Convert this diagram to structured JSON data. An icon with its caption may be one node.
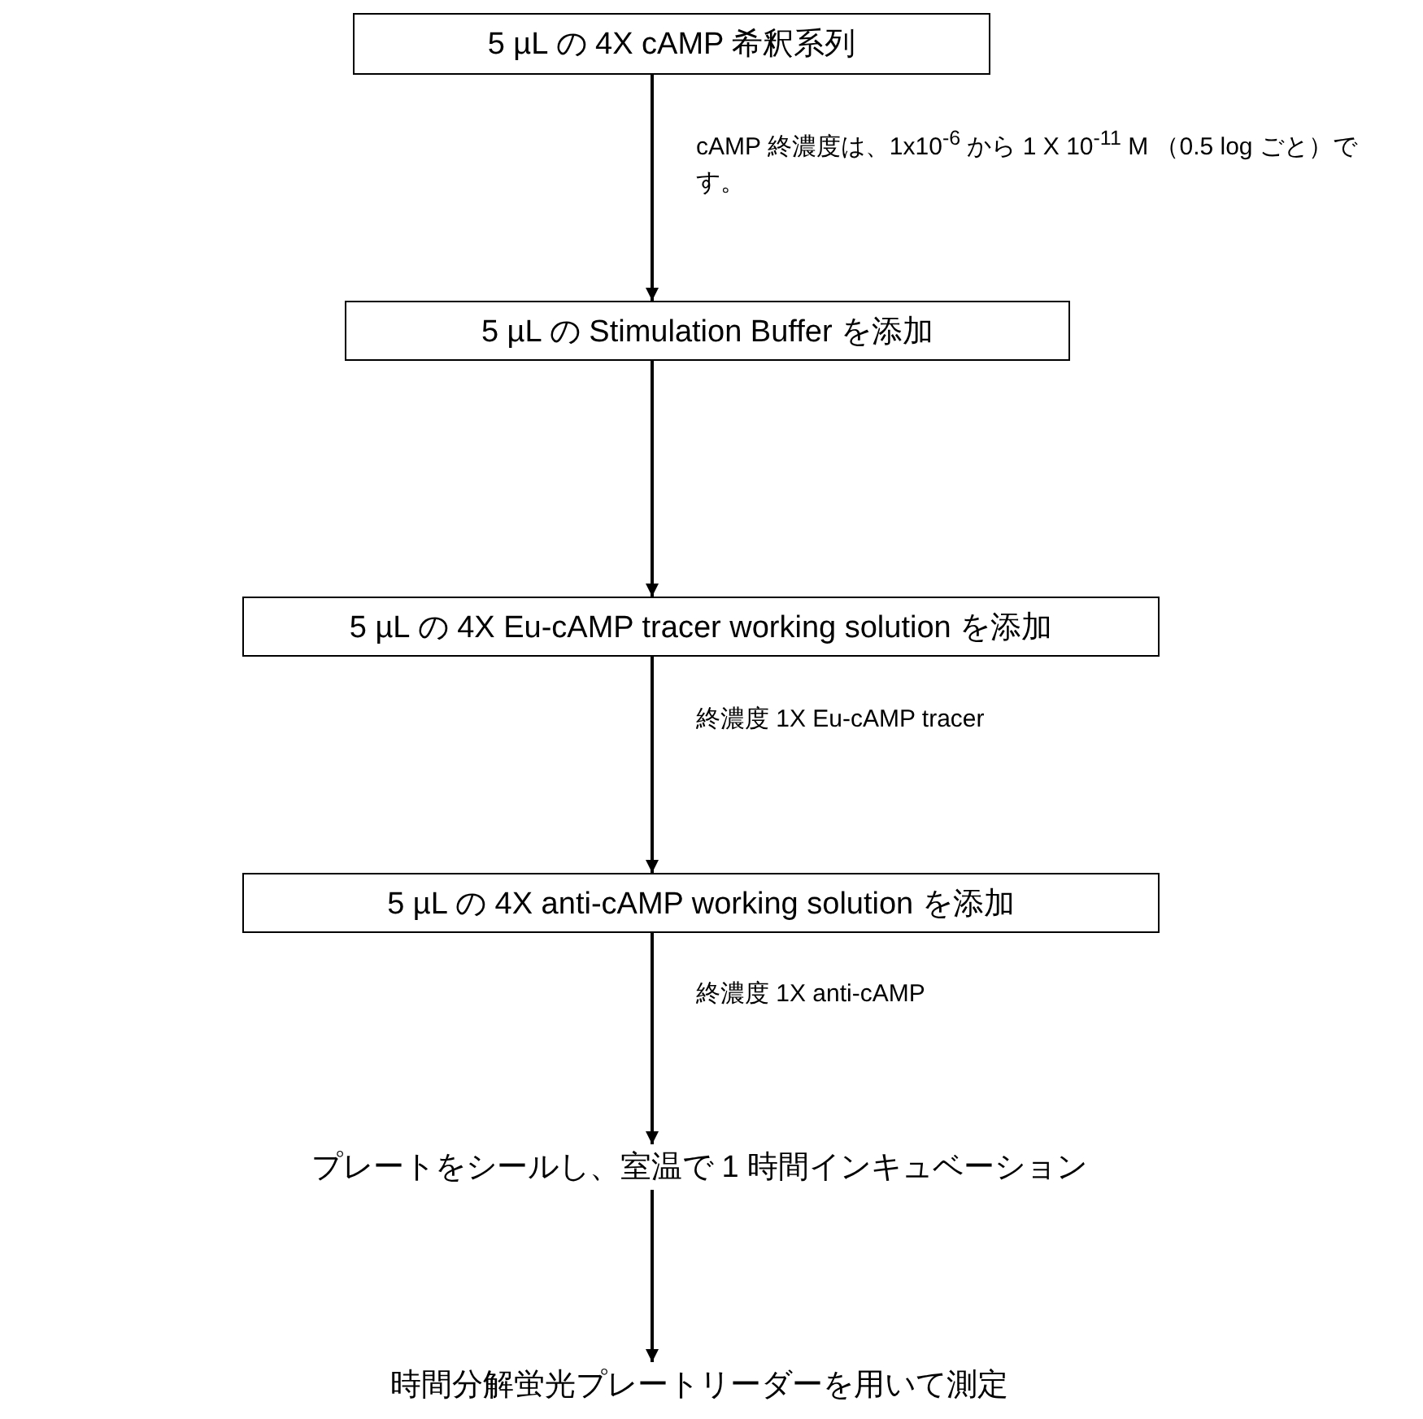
{
  "diagram": {
    "nodes": [
      {
        "text": [
          "5 µL の 4X cAMP 希釈系列"
        ]
      },
      {
        "text": [
          "5 µL の Stimulation Buffer を添加"
        ]
      },
      {
        "text": [
          "5 µL の 4X Eu-cAMP tracer working solution を添加"
        ]
      },
      {
        "text": [
          "5 µL の 4X anti-cAMP working solution を添加"
        ]
      },
      {
        "text": [
          "プレートをシールし、室温で 1 時間インキュベーション"
        ]
      },
      {
        "text": [
          "時間分解蛍光プレートリーダーを用いて測定"
        ]
      }
    ],
    "edges": [
      {
        "from": 0,
        "to": 1,
        "arrow": "to",
        "label": "cAMP 終濃度は、1x10$^{-6}$ から 1 X 10$^{-11}$ M （0.5 log ごと）です。"
      },
      {
        "from": 1,
        "to": 2,
        "arrow": "to"
      },
      {
        "from": 2,
        "to": 3,
        "arrow": "to",
        "label": "終濃度 1X Eu-cAMP tracer"
      },
      {
        "from": 3,
        "to": 4,
        "arrow": "to",
        "label": "終濃度 1X anti-cAMP"
      },
      {
        "from": 4,
        "to": 5,
        "arrow": "to"
      }
    ]
  }
}
